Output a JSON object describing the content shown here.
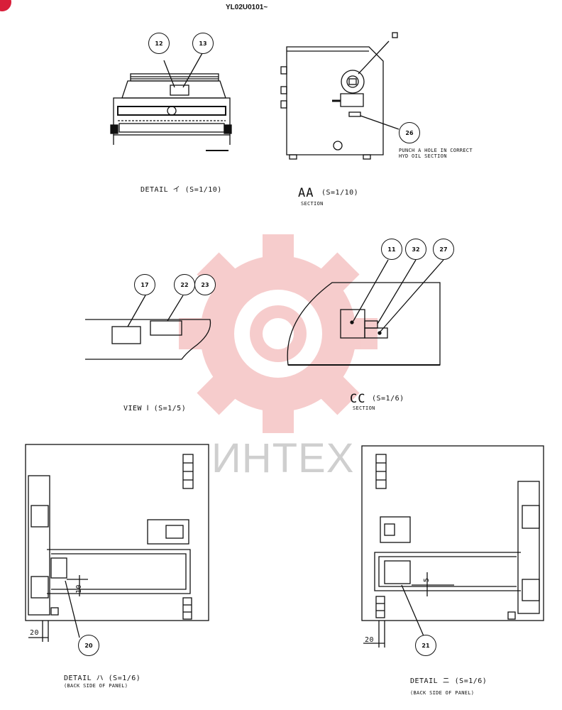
{
  "header": {
    "doc_id": "YL02U0101~"
  },
  "watermark": {
    "text": "ИНТЕХ",
    "color": "#f2b3b3"
  },
  "accent_color": "#d81e3a",
  "views": {
    "detail_top_left": {
      "caption": "DETAIL イ (S=1/10)",
      "parts": [
        "12",
        "13"
      ]
    },
    "section_aa": {
      "letters": "AA",
      "scale": "(S=1/10)",
      "sub": "SECTION",
      "parts": [
        "26"
      ],
      "note_line1": "PUNCH A HOLE IN CORRECT",
      "note_line2": "HYD OIL SECTION"
    },
    "view_i": {
      "caption": "VIEW Ⅰ (S=1/5)",
      "parts": [
        "17",
        "22",
        "23"
      ]
    },
    "section_cc": {
      "letters": "CC",
      "scale": "(S=1/6)",
      "sub": "SECTION",
      "parts": [
        "11",
        "32",
        "27"
      ]
    },
    "detail_ha": {
      "caption": "DETAIL ハ (S=1/6)",
      "sub": "(BACK SIDE OF PANEL)",
      "parts": [
        "20"
      ],
      "dim_20": "20",
      "dim_10": "10"
    },
    "detail_ni": {
      "caption": "DETAIL ニ (S=1/6)",
      "sub": "(BACK SIDE OF PANEL)",
      "parts": [
        "21"
      ],
      "dim_20": "20",
      "dim_5": "5"
    }
  }
}
